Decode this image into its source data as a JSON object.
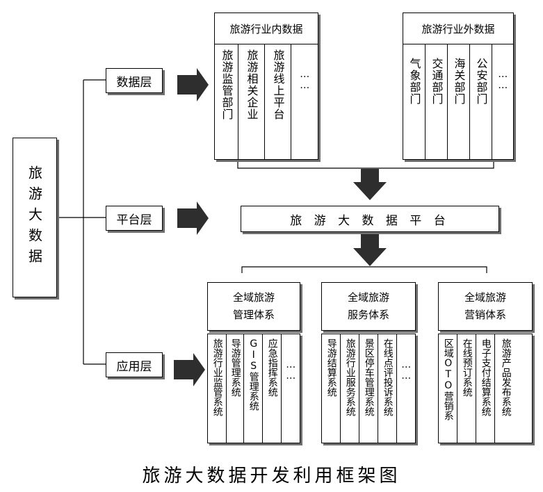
{
  "root": "旅游大数据",
  "layers": {
    "data": "数据层",
    "platform": "平台层",
    "app": "应用层"
  },
  "industry_internal": {
    "title": "旅游行业内数据",
    "items": [
      "旅游监管部门",
      "旅游相关企业",
      "旅游线上平台",
      "……"
    ]
  },
  "industry_external": {
    "title": "旅游行业外数据",
    "items": [
      "气象部门",
      "交通部门",
      "海关部门",
      "公安部门",
      "……"
    ]
  },
  "platform": {
    "title": "旅 游 大 数 据 平 台"
  },
  "management": {
    "title_line1": "全域旅游",
    "title_line2": "管理体系",
    "items": [
      "旅游行业监管系统",
      "导游管理系统",
      "GIS管理系统",
      "应急指挥系统",
      "……"
    ]
  },
  "service": {
    "title_line1": "全域旅游",
    "title_line2": "服务体系",
    "items": [
      "导游结算系统",
      "旅游行业服务系统",
      "景区停车管理系统",
      "在线点评投诉系统",
      "……"
    ]
  },
  "marketing": {
    "title_line1": "全域旅游",
    "title_line2": "营销体系",
    "items": [
      "区域OTO营销系",
      "在线预订系统",
      "电子支付结算系统",
      "旅游产品发布系统"
    ]
  },
  "caption": "旅游大数据开发利用框架图"
}
